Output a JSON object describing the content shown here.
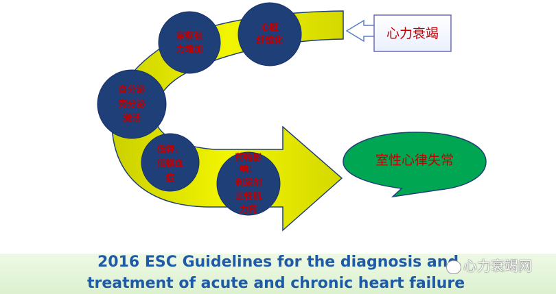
{
  "diagram": {
    "target_box": "心力衰竭",
    "nodes": [
      {
        "id": "fibrosis",
        "lines": [
          "心脏",
          "纤维化"
        ]
      },
      {
        "id": "wall-stress",
        "lines": [
          "室壁张",
          "力增加"
        ]
      },
      {
        "id": "autonomic",
        "lines": [
          "自分泌",
          "旁分泌",
          "激活"
        ]
      },
      {
        "id": "electrolytes",
        "lines": [
          "低钾、",
          "低镁血",
          "症"
        ]
      },
      {
        "id": "drugs",
        "lines": [
          "药物影",
          "响：",
          "利尿剂",
          "正性肌",
          "力药"
        ]
      }
    ],
    "outcome_bubble": "室性心律失常",
    "colors": {
      "arrow_fill": "#ffff00",
      "circle_fill": "#1f3f78",
      "circle_text": "#c00000",
      "bubble_fill": "#00a651",
      "bubble_text": "#c00000",
      "box_border": "#6d6bb2"
    }
  },
  "footer": {
    "line1": "2016 ESC Guidelines for the diagnosis and",
    "line2": "treatment of acute and chronic heart failure"
  },
  "watermark": "心力衰竭网"
}
